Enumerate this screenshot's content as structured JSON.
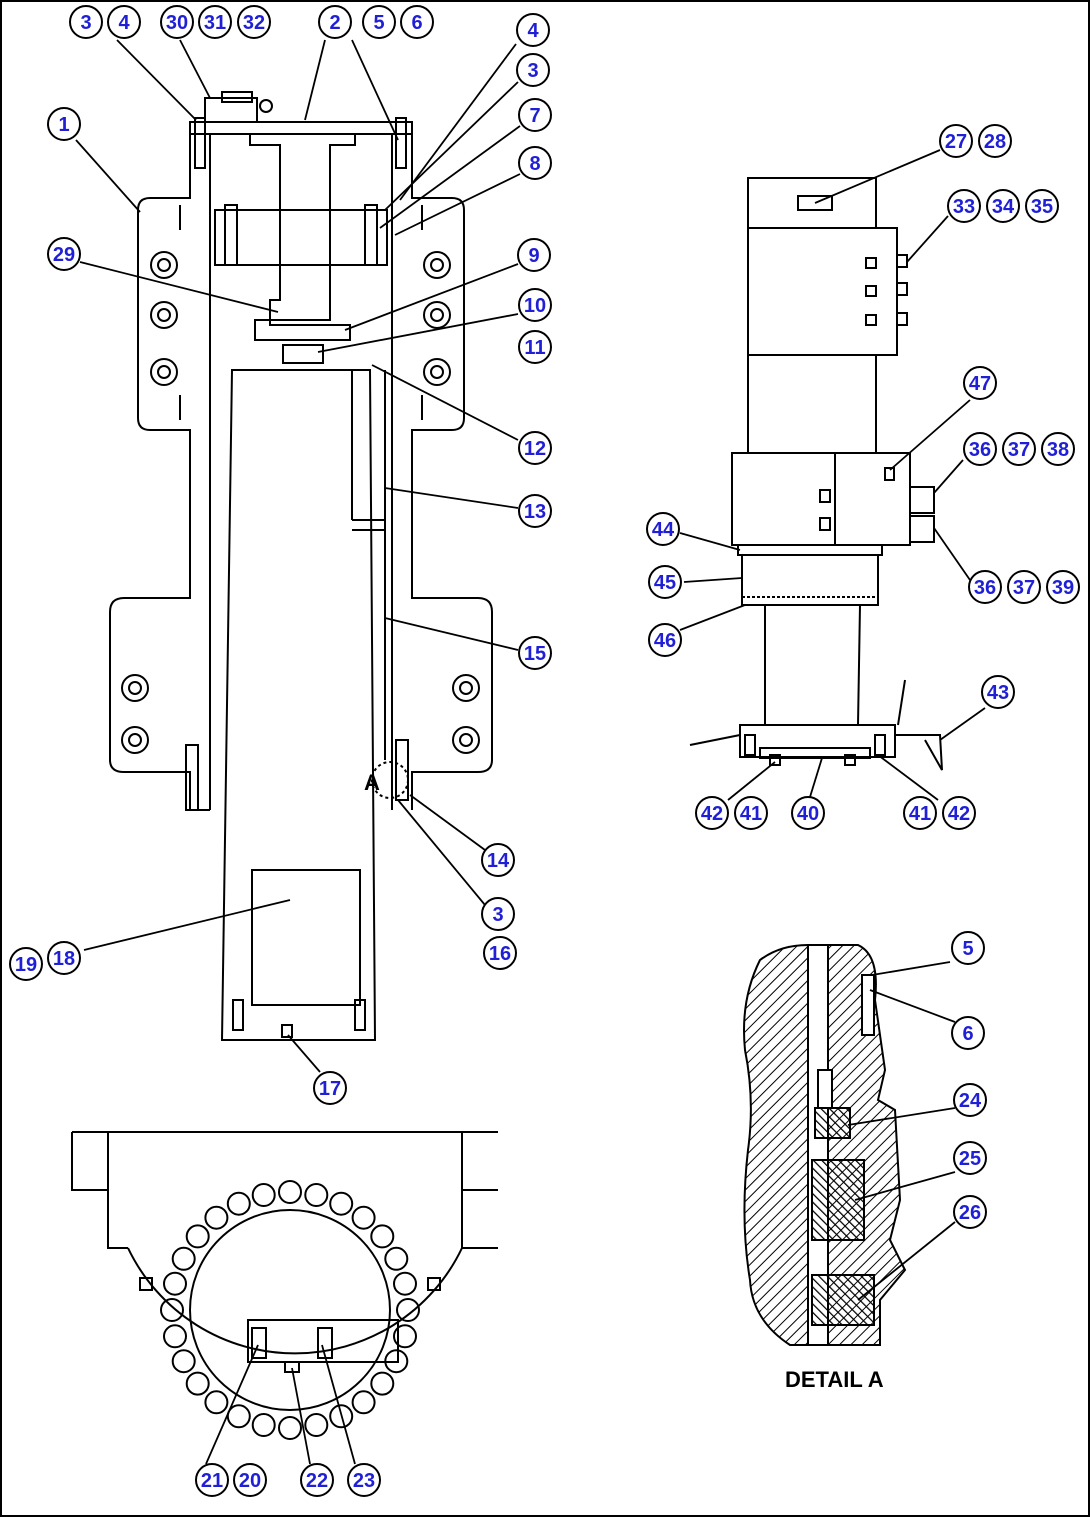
{
  "diagram": {
    "detail_label": "DETAIL A",
    "detail_marker": "A",
    "callout_color": "#1f1fd6",
    "line_color": "#000000",
    "callouts": [
      "1",
      "2",
      "3",
      "4",
      "5",
      "6",
      "7",
      "8",
      "9",
      "10",
      "11",
      "12",
      "13",
      "14",
      "15",
      "16",
      "17",
      "18",
      "19",
      "20",
      "21",
      "22",
      "23",
      "24",
      "25",
      "26",
      "27",
      "28",
      "29",
      "30",
      "31",
      "32",
      "33",
      "34",
      "35",
      "36",
      "37",
      "38",
      "39",
      "40",
      "41",
      "42",
      "43",
      "44",
      "45",
      "46",
      "47"
    ]
  }
}
